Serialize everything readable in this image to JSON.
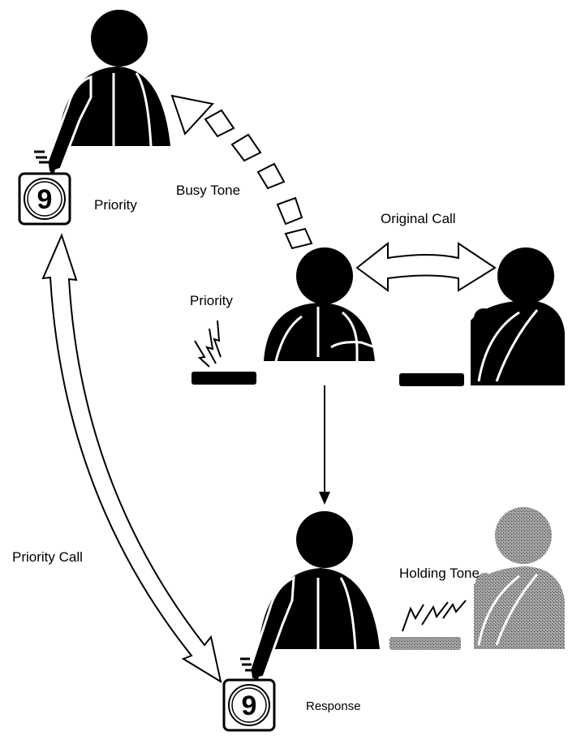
{
  "labels": {
    "busy_tone": "Busy Tone",
    "priority_top": "Priority",
    "original_call": "Original Call",
    "priority_mid": "Priority",
    "priority_call": "Priority Call",
    "holding_tone": "Holding Tone",
    "response": "Response"
  },
  "buttons": {
    "top_digit": "9",
    "bottom_digit": "9"
  },
  "colors": {
    "ink": "#000000",
    "held_party": "#8c8c8c"
  }
}
